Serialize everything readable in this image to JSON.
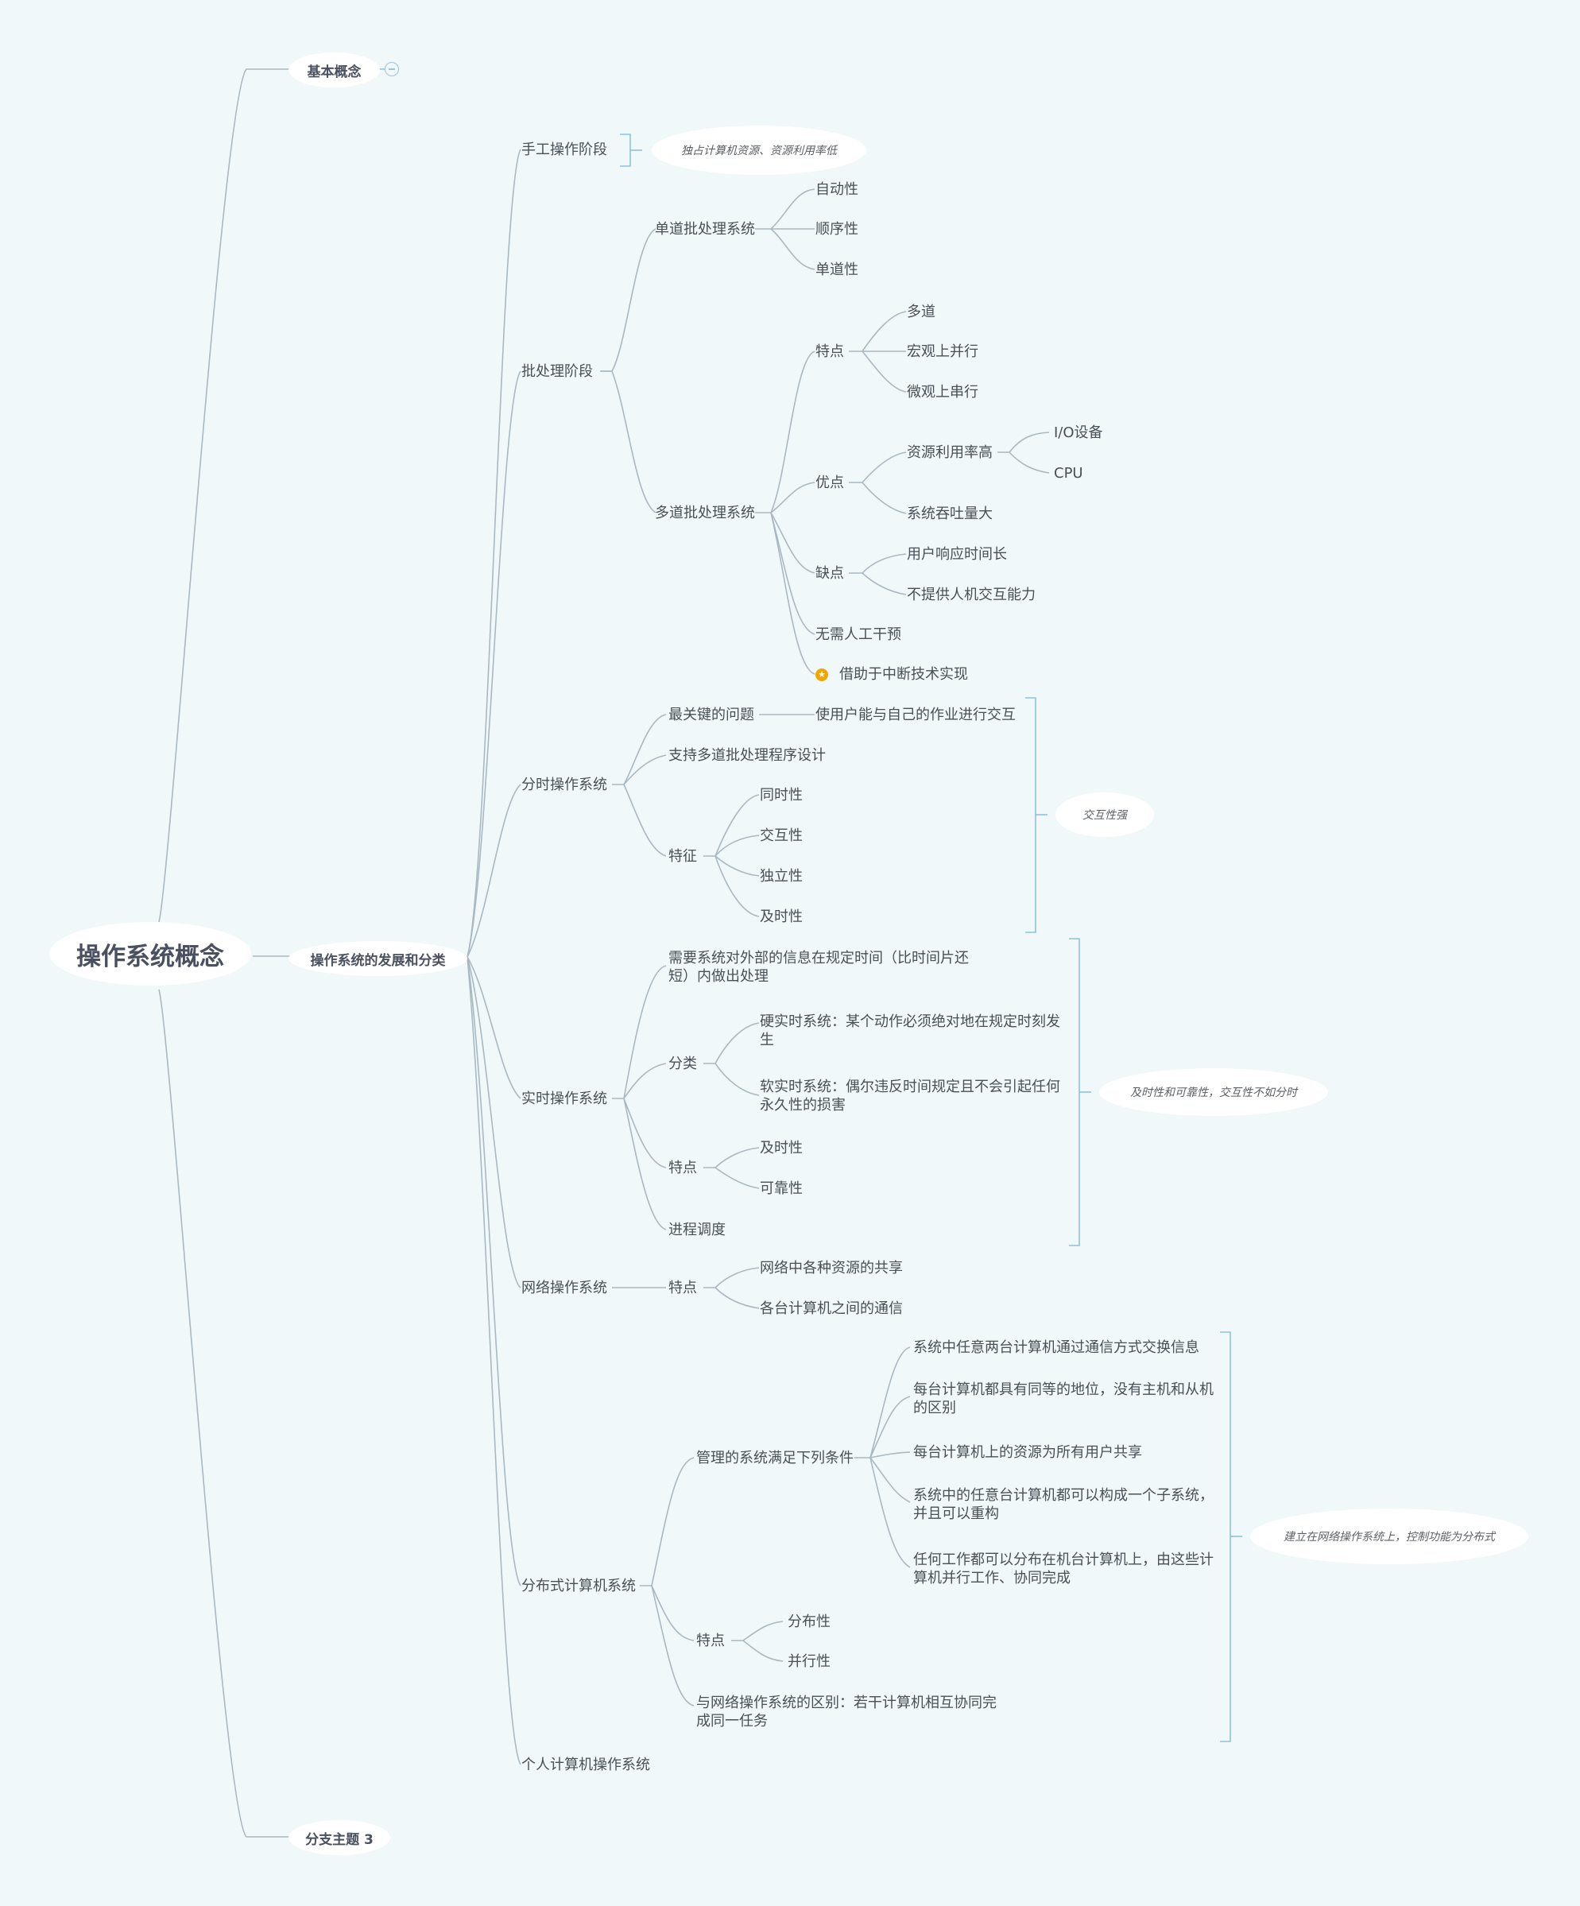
{
  "root": "操作系统概念",
  "branches": {
    "basic": "基本概念",
    "dev": "操作系统的发展和分类",
    "branch3": "分支主题 3"
  },
  "manual": {
    "label": "手工操作阶段",
    "note": "独占计算机资源、资源利用率低"
  },
  "batch": {
    "label": "批处理阶段",
    "single": {
      "label": "单道批处理系统",
      "items": [
        "自动性",
        "顺序性",
        "单道性"
      ]
    },
    "multi": {
      "label": "多道批处理系统",
      "features": {
        "label": "特点",
        "items": [
          "多道",
          "宏观上并行",
          "微观上串行"
        ]
      },
      "pros": {
        "label": "优点",
        "resource": "资源利用率高",
        "resource_items": [
          "I/O设备",
          "CPU"
        ],
        "throughput": "系统吞吐量大"
      },
      "cons": {
        "label": "缺点",
        "items": [
          "用户响应时间长",
          "不提供人机交互能力"
        ]
      },
      "no_manual": "无需人工干预",
      "interrupt": "借助于中断技术实现"
    }
  },
  "timeshare": {
    "label": "分时操作系统",
    "key_q": "最关键的问题",
    "key_a": "使用户能与自己的作业进行交互",
    "support": "支持多道批处理程序设计",
    "char": {
      "label": "特征",
      "items": [
        "同时性",
        "交互性",
        "独立性",
        "及时性"
      ]
    },
    "note": "交互性强"
  },
  "realtime": {
    "label": "实时操作系统",
    "need": "需要系统对外部的信息在规定时间（比时间片还短）内做出处理",
    "classify": {
      "label": "分类",
      "hard": "硬实时系统：某个动作必须绝对地在规定时刻发生",
      "soft": "软实时系统：偶尔违反时间规定且不会引起任何永久性的损害"
    },
    "features": {
      "label": "特点",
      "items": [
        "及时性",
        "可靠性"
      ]
    },
    "sched": "进程调度",
    "note": "及时性和可靠性，交互性不如分时"
  },
  "network": {
    "label": "网络操作系统",
    "features": {
      "label": "特点",
      "items": [
        "网络中各种资源的共享",
        "各台计算机之间的通信"
      ]
    }
  },
  "distributed": {
    "label": "分布式计算机系统",
    "manage": {
      "label": "管理的系统满足下列条件",
      "items": [
        "系统中任意两台计算机通过通信方式交换信息",
        "每台计算机都具有同等的地位，没有主机和从机的区别",
        "每台计算机上的资源为所有用户共享",
        "系统中的任意台计算机都可以构成一个子系统，并且可以重构",
        "任何工作都可以分布在机台计算机上，由这些计算机并行工作、协同完成"
      ]
    },
    "features": {
      "label": "特点",
      "items": [
        "分布性",
        "并行性"
      ]
    },
    "diff": "与网络操作系统的区别：若干计算机相互协同完成同一任务",
    "note": "建立在网络操作系统上，控制功能为分布式"
  },
  "pc": "个人计算机操作系统"
}
